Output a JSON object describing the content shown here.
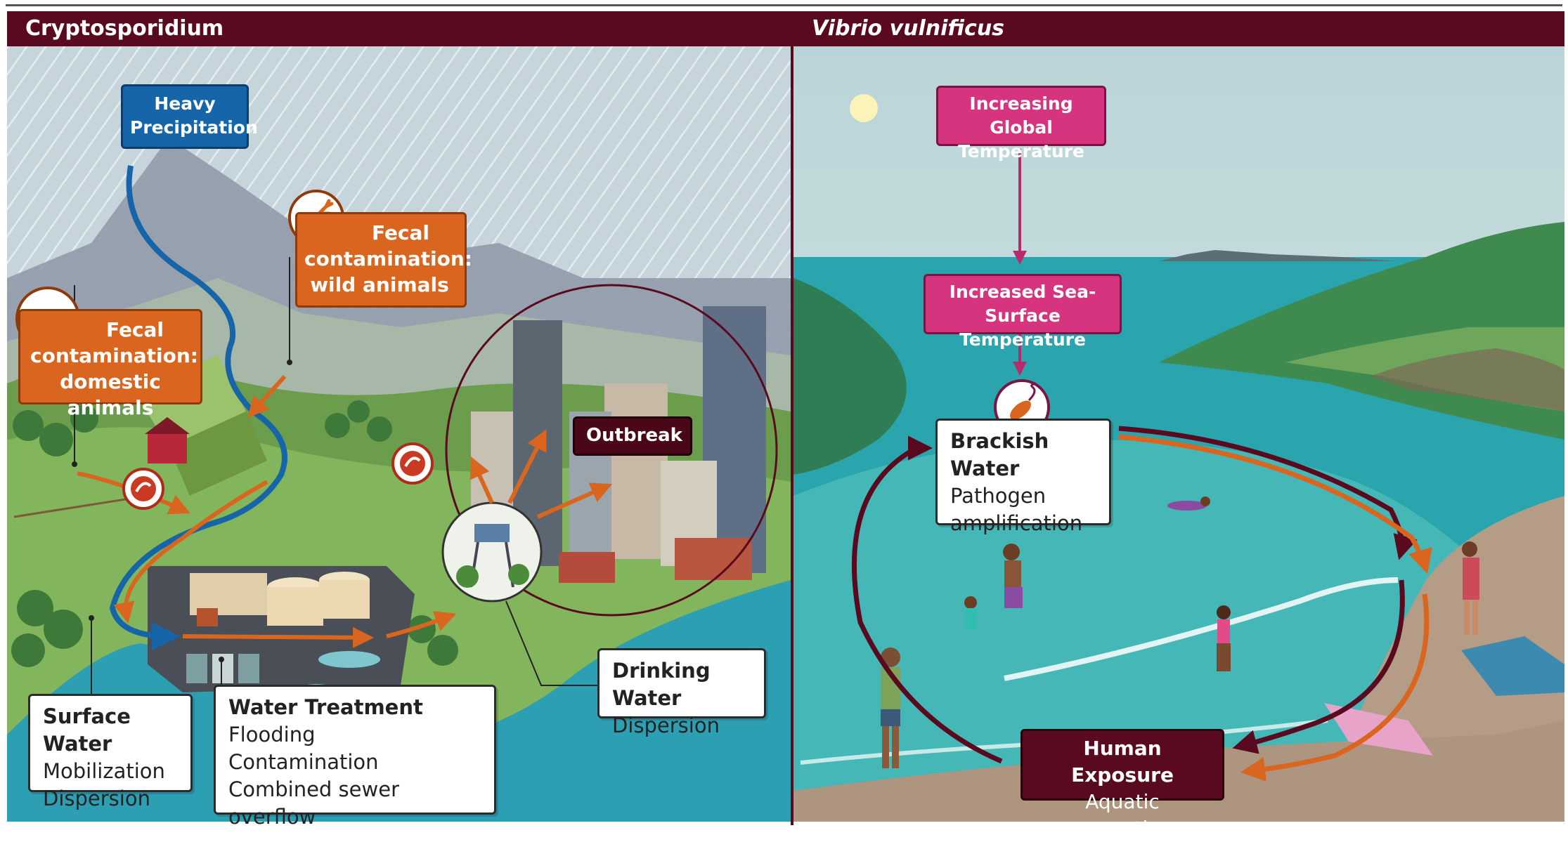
{
  "panels": {
    "left_title": "Cryptosporidium",
    "right_title": "Vibrio vulnificus"
  },
  "left": {
    "heavy_precipitation": [
      "Heavy",
      "Precipitation"
    ],
    "fecal_wild": [
      "Fecal",
      "contamination:",
      "wild animals"
    ],
    "fecal_domestic": [
      "Fecal",
      "contamination:",
      "domestic animals"
    ],
    "outbreak": "Outbreak",
    "surface_water": {
      "head": "Surface Water",
      "lines": [
        "Mobilization",
        "Dispersion"
      ]
    },
    "water_treatment": {
      "head": "Water Treatment",
      "lines": [
        "Flooding",
        "Contamination",
        "Combined sewer overflow"
      ]
    },
    "drinking_water": {
      "head": "Drinking Water",
      "lines": [
        "Dispersion"
      ]
    }
  },
  "right": {
    "global_temp": [
      "Increasing Global",
      "Temperature"
    ],
    "sea_surface": [
      "Increased Sea-Surface",
      "Temperature"
    ],
    "brackish": {
      "head": "Brackish Water",
      "lines": [
        "Pathogen",
        "amplification"
      ]
    },
    "human_exposure": {
      "head": "Human Exposure",
      "lines": [
        "Aquatic recreation"
      ]
    }
  },
  "colors": {
    "maroon": "#5a0a1e",
    "blue_arrow": "#1565a8",
    "orange_arrow": "#d9651e",
    "pink": "#d6347f",
    "sky": "#c9dbe2",
    "sea": "#2fa6ad",
    "sand": "#b49c87"
  },
  "icons": {
    "deer": "deer-icon",
    "cow": "cow-icon",
    "oocyst": "oocyst-icon",
    "vibrio": "vibrio-bacterium-icon"
  }
}
